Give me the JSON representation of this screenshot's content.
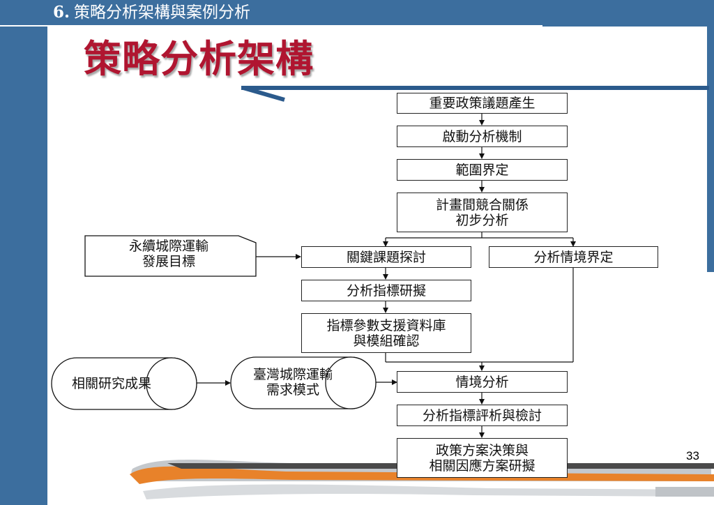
{
  "header": {
    "section_number": "6.",
    "section_title": "策略分析架構與案例分析"
  },
  "title": "策略分析架構",
  "flowchart": {
    "main_flow": [
      "重要政策議題產生",
      "啟動分析機制",
      "範圍界定",
      {
        "line1": "計畫間競合關係",
        "line2": "初步分析"
      }
    ],
    "left_branch": {
      "goal_input": {
        "line1": "永續城際運輸",
        "line2": "發展目標"
      },
      "steps": [
        "關鍵課題探討",
        "分析指標研擬",
        {
          "line1": "指標參數支援資料庫",
          "line2": "與模組確認"
        }
      ]
    },
    "right_branch": "分析情境界定",
    "inputs": {
      "research": "相關研究成果",
      "model": {
        "line1": "臺灣城際運輸",
        "line2": "需求模式"
      }
    },
    "lower_flow": [
      "情境分析",
      "分析指標評析與檢討",
      {
        "line1": "政策方案決策與",
        "line2": "相關因應方案研擬"
      }
    ]
  },
  "page_number": "33",
  "colors": {
    "band": "#3c6e9e",
    "title": "#b01530",
    "orange_swoosh": "#e8822a"
  }
}
